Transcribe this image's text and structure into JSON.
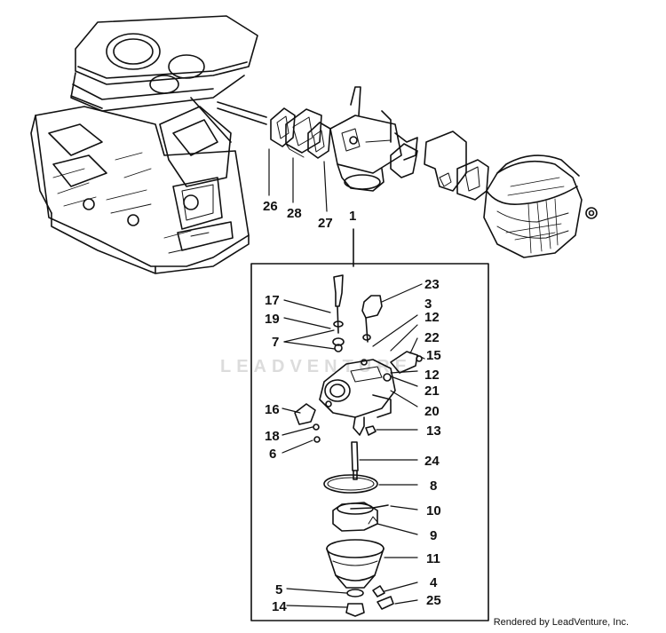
{
  "watermark": "LEADVENTURE",
  "credit": "Rendered by LeadVenture, Inc.",
  "labels": {
    "p26": "26",
    "p28": "28",
    "p27": "27",
    "p1": "1",
    "p17": "17",
    "p19": "19",
    "p7": "7",
    "p16": "16",
    "p18": "18",
    "p6": "6",
    "p23": "23",
    "p3": "3",
    "p12a": "12",
    "p22": "22",
    "p15": "15",
    "p12b": "12",
    "p21": "21",
    "p20": "20",
    "p13": "13",
    "p24": "24",
    "p8": "8",
    "p10": "10",
    "p9": "9",
    "p11": "11",
    "p5": "5",
    "p14": "14",
    "p4": "4",
    "p25": "25"
  },
  "colors": {
    "ink": "#111111",
    "paper": "#ffffff"
  }
}
